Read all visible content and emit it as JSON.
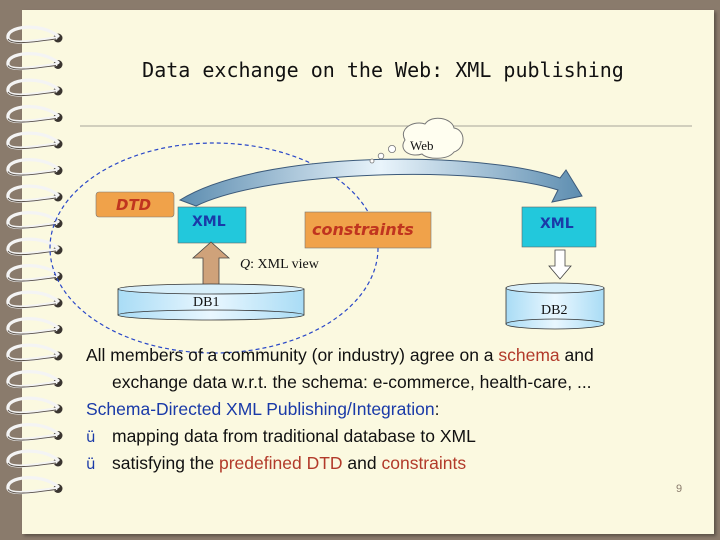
{
  "slide": {
    "title": "Data exchange on the Web: XML publishing",
    "page_number": "9"
  },
  "diagram": {
    "web_label": "Web",
    "dtd_label": "DTD",
    "xml_left_label": "XML",
    "constraints_label": "constraints",
    "xml_right_label": "XML",
    "query_prefix": "Q",
    "query_suffix": ": XML view",
    "db1_label": "DB1",
    "db2_label": "DB2"
  },
  "body": {
    "line1_pre": "All members of a community (or industry) agree on a ",
    "line1_schema": "schema",
    "line1_post": " and",
    "line2": "exchange data w.r.t. the schema:  e-commerce, health-care, ...",
    "line3": "Schema-Directed XML Publishing/Integration",
    "line3_colon": ":",
    "check_mark": "ü",
    "bullet1": "mapping data from traditional database to XML",
    "bullet2_pre": "satisfying the ",
    "bullet2_dtd": "predefined DTD",
    "bullet2_and": " and ",
    "bullet2_constraints": "constraints"
  },
  "colors": {
    "background": "#8a7b6c",
    "slide": "#fbf9e0",
    "cyan_box": "#22c8dc",
    "orange_box": "#f0a24a",
    "blue_text": "#1a3aa8",
    "red_text": "#b23a2a",
    "arrow_fill": "#cfa27a"
  },
  "icons": {
    "binding_rings": "spiral-ring-icon",
    "check": "checkmark-icon"
  }
}
